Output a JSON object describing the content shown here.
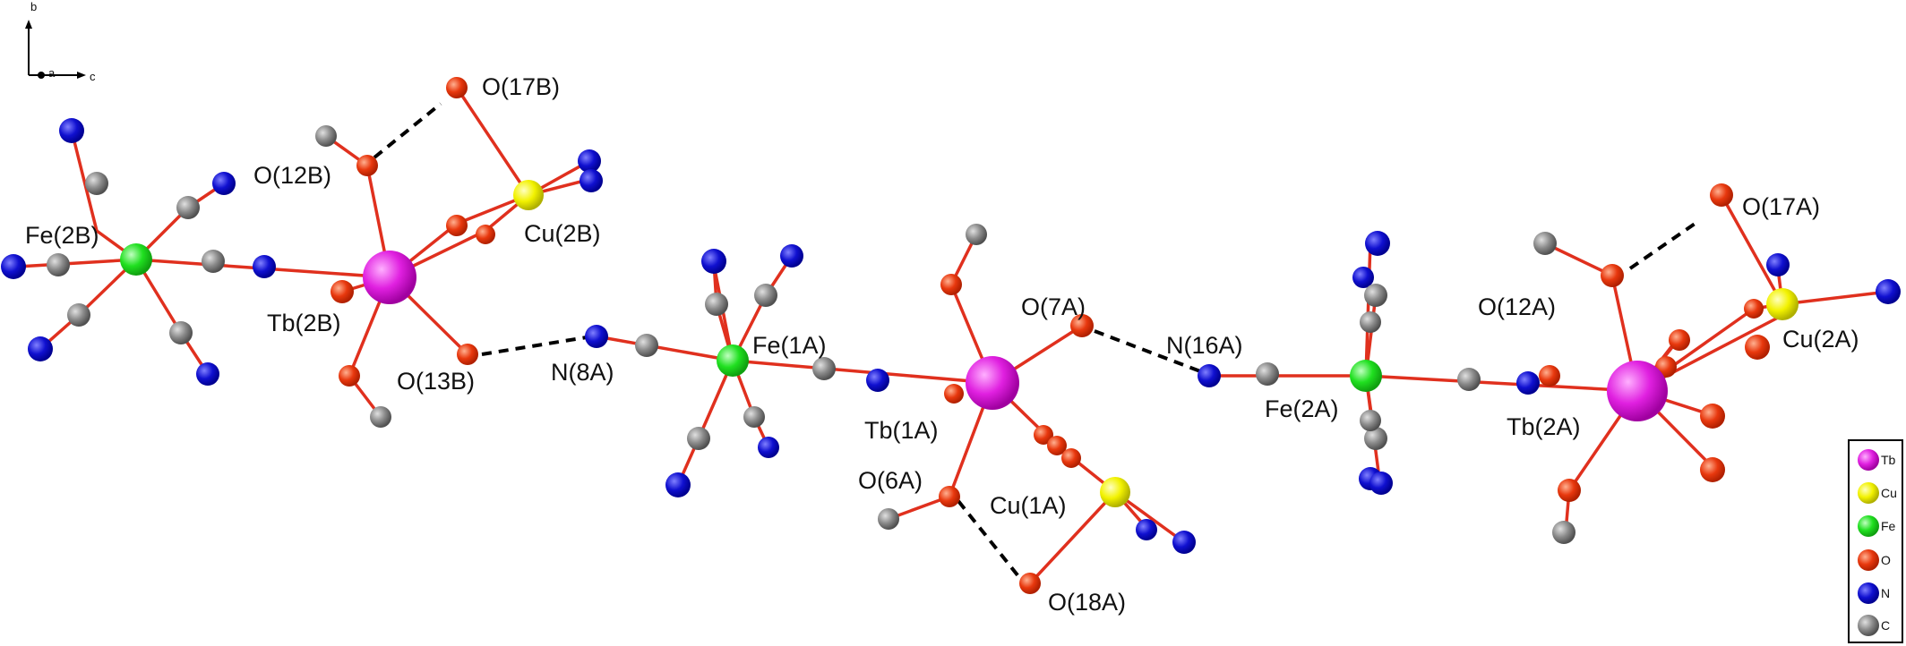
{
  "colors": {
    "bond": "#e0301e",
    "hbond": "#000000",
    "Tb": "#e020e0",
    "Cu": "#f2f200",
    "Fe": "#20e020",
    "O": "#e8380e",
    "N": "#1010d0",
    "C": "#8a8a8a"
  },
  "axes": {
    "b": "b",
    "a": "a",
    "c": "c"
  },
  "legend": [
    "Tb",
    "Cu",
    "Fe",
    "O",
    "N",
    "C"
  ],
  "labels": {
    "O17B": "O(17B)",
    "O12B": "O(12B)",
    "Cu2B": "Cu(2B)",
    "Fe2B": "Fe(2B)",
    "Tb2B": "Tb(2B)",
    "O13B": "O(13B)",
    "N8A": "N(8A)",
    "Fe1A": "Fe(1A)",
    "Tb1A": "Tb(1A)",
    "O7A": "O(7A)",
    "O6A": "O(6A)",
    "Cu1A": "Cu(1A)",
    "O18A": "O(18A)",
    "N16A": "N(16A)",
    "Fe2A": "Fe(2A)",
    "Tb2A": "Tb(2A)",
    "O12A": "O(12A)",
    "O17A": "O(17A)",
    "Cu2A": "Cu(2A)"
  }
}
